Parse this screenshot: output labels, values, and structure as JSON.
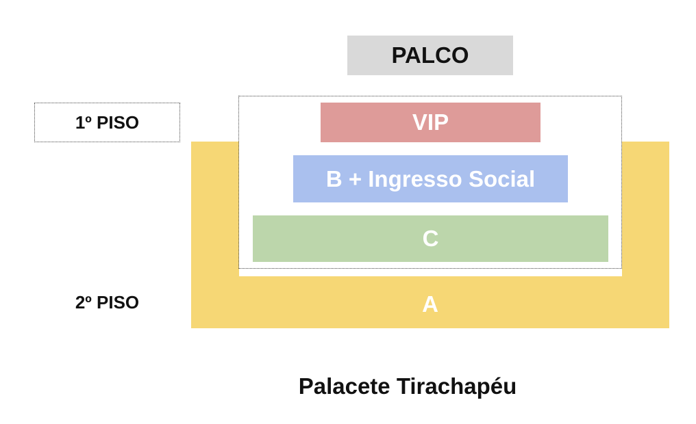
{
  "stage": {
    "label": "PALCO"
  },
  "floors": {
    "first": "1º PISO",
    "second": "2º PISO"
  },
  "sectors": [
    {
      "label": "VIP",
      "color": "#de9b99"
    },
    {
      "label": "B + Ingresso Social",
      "color": "#aac0ee"
    },
    {
      "label": "C",
      "color": "#bcd6ab"
    },
    {
      "label": "A",
      "color": "#f6d775"
    }
  ],
  "venue": {
    "name": "Palacete Tirachapéu"
  }
}
